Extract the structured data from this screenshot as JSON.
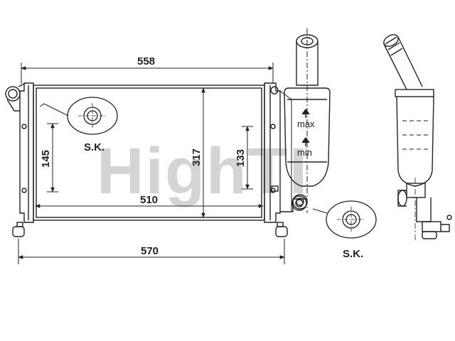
{
  "watermark": "HighTI",
  "dimensions": {
    "top_width": "558",
    "core_width": "510",
    "bottom_width": "570",
    "height": "317",
    "left_height": "145",
    "right_height": "133"
  },
  "labels": {
    "cap_left": "S.K.",
    "cap_right": "S.K.",
    "tank_max": "max",
    "tank_min": "min"
  },
  "colors": {
    "line": "#222222",
    "watermark": "#d4d4d4"
  }
}
